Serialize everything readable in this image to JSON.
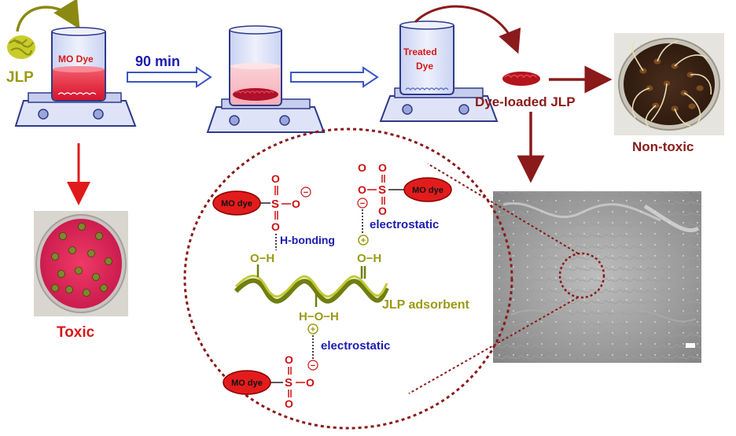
{
  "labels": {
    "jlp": "JLP",
    "mo_dye": "MO Dye",
    "time": "90 min",
    "treated": "Treated",
    "dye": "Dye",
    "dye_loaded": "Dye-loaded JLP",
    "non_toxic": "Non-toxic",
    "toxic": "Toxic"
  },
  "mechanism": {
    "mo_dye_left": "MO dye",
    "mo_dye_right": "MO dye",
    "mo_dye_bottom": "MO dye",
    "h_bonding": "H-bonding",
    "electrostatic_top": "electrostatic",
    "electrostatic_bottom": "electrostatic",
    "adsorbent": "JLP adsorbent",
    "S": "S",
    "O": "O",
    "H": "H",
    "minus": "−",
    "plus": "+",
    "oh": "O−H",
    "hoh": "H−O−H"
  },
  "colors": {
    "dark_red": "#8b1a1a",
    "olive": "#9a9a16",
    "blue_label": "#1c1cb0",
    "red_text": "#d81818",
    "chem_red": "#cc1010",
    "arrow_blue": "#3b55c6"
  }
}
